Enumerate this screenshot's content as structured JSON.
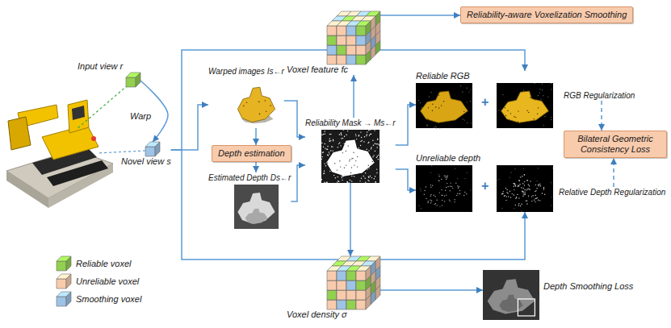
{
  "diagram": {
    "nodes": [
      {
        "text": [
          "Input view r"
        ]
      },
      {
        "text": [
          "Novel view s"
        ]
      },
      {
        "text": [
          "Warped images Is←r"
        ]
      },
      {
        "text": [
          "Depth estimation"
        ]
      },
      {
        "text": [
          "Estimated Depth Ds←r"
        ]
      },
      {
        "text": [
          "Reliability Mask → Ms←r"
        ]
      },
      {
        "text": [
          "Voxel feature fc"
        ]
      },
      {
        "text": [
          "Reliability-aware Voxelization Smoothing"
        ]
      },
      {
        "text": [
          "Reliable RGB"
        ]
      },
      {
        "text": [
          "RGB Regularization"
        ]
      },
      {
        "text": [
          "Bilateral Geometric Consistency Loss"
        ]
      },
      {
        "text": [
          "Unreliable depth"
        ]
      },
      {
        "text": [
          "Relative Depth Regularization"
        ]
      },
      {
        "text": [
          "Voxel density σ"
        ]
      },
      {
        "text": [
          "Depth Smoothing Loss"
        ]
      }
    ],
    "edges": [
      {
        "from": 0,
        "to": 1,
        "label": "Warp",
        "arrow": "to"
      },
      {
        "from": 1,
        "to": 2,
        "arrow": "to"
      },
      {
        "from": 2,
        "to": 3,
        "arrow": "to"
      },
      {
        "from": 3,
        "to": 4,
        "arrow": "to"
      },
      {
        "from": 2,
        "to": 5,
        "arrow": "to"
      },
      {
        "from": 4,
        "to": 5,
        "arrow": "to"
      },
      {
        "from": 5,
        "to": 6,
        "arrow": "to"
      },
      {
        "from": 6,
        "to": 7,
        "arrow": "to"
      },
      {
        "from": 5,
        "to": 8,
        "arrow": "to"
      },
      {
        "from": 5,
        "to": 11,
        "arrow": "to"
      },
      {
        "from": 5,
        "to": 13,
        "arrow": "to"
      },
      {
        "from": 13,
        "to": 14,
        "arrow": "to"
      },
      {
        "from": 1,
        "to": 8,
        "arrow": "to"
      },
      {
        "from": 1,
        "to": 11,
        "arrow": "to"
      },
      {
        "from": 9,
        "to": 10,
        "arrow": "to"
      },
      {
        "from": 12,
        "to": 10,
        "arrow": "to"
      }
    ],
    "labels": [
      "+",
      "+"
    ],
    "legend": [
      {
        "text": "Reliable voxel",
        "color": "#92d050"
      },
      {
        "text": "Unreliable voxel",
        "color": "#f8cbad"
      },
      {
        "text": "Smoothing voxel",
        "color": "#9dc3e6"
      }
    ]
  }
}
